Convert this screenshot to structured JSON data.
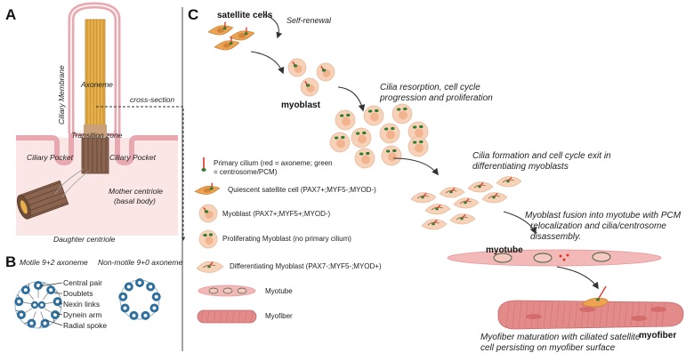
{
  "colors": {
    "cilium_membrane": "#e9a8b0",
    "cell_fill": "#f7d2b8",
    "nucleus": "#f2b38f",
    "axoneme": "#e7b04a",
    "centrosome": "#2f7d2f",
    "cilium_red": "#e03020",
    "myotube": "#f3b9b9",
    "myofiber": "#e38a8a",
    "doublet": "#2f6f9e"
  },
  "panel_a": {
    "letter": "A",
    "ciliary_membrane": "Ciliary Membrane",
    "axoneme": "Axoneme",
    "cross_section": "cross-section",
    "transition_zone": "Transition zone",
    "ciliary_pocket_left": "Ciliary Pocket",
    "ciliary_pocket_right": "Ciliary Pocket",
    "mother_centriole_1": "Mother centriole",
    "mother_centriole_2": "(basal body)",
    "daughter_centriole": "Daughter centriole"
  },
  "panel_b": {
    "letter": "B",
    "motile_title": "Motile 9+2 axoneme",
    "nonmotile_title": "Non-motile 9+0 axoneme",
    "labels": [
      "Central pair",
      "Doublets",
      "Nexin links",
      "Dynein arm",
      "Radial spoke"
    ]
  },
  "panel_c": {
    "letter": "C",
    "satellite_cells": "satellite cells",
    "self_renewal": "Self-renewal",
    "myoblast": "myoblast",
    "resorption_1": "Cilia resorption, cell cycle",
    "resorption_2": "progression and proliferation",
    "formation_1": "Cilia formation and cell cycle exit in",
    "formation_2": "differentiating myoblasts",
    "fusion_1": "Myoblast fusion into myotube with PCM",
    "fusion_2": "relocalization and cilia/centrosome",
    "fusion_3": "disassembly.",
    "myotube": "myotube",
    "maturation_1": "Myofiber maturation with ciliated satellite",
    "maturation_2": "cell persisting on myofiber surface",
    "myofiber": "myofiber"
  },
  "legend": {
    "primary_cilium_1": "Primary cilium (red = axoneme; green",
    "primary_cilium_2": "= centrosome/PCM)",
    "quiescent": "Quiescent satellite cell (PAX7+;MYF5-;MYOD-)",
    "myoblast": "Myoblast (PAX7+;MYF5+;MYOD-)",
    "proliferating": "Proliferating Myoblast (no primary cilium)",
    "differentiating": "Differentiating Myoblast (PAX7-;MYF5-;MYOD+)",
    "myotube": "Myotube",
    "myofiber": "Myofiber"
  }
}
